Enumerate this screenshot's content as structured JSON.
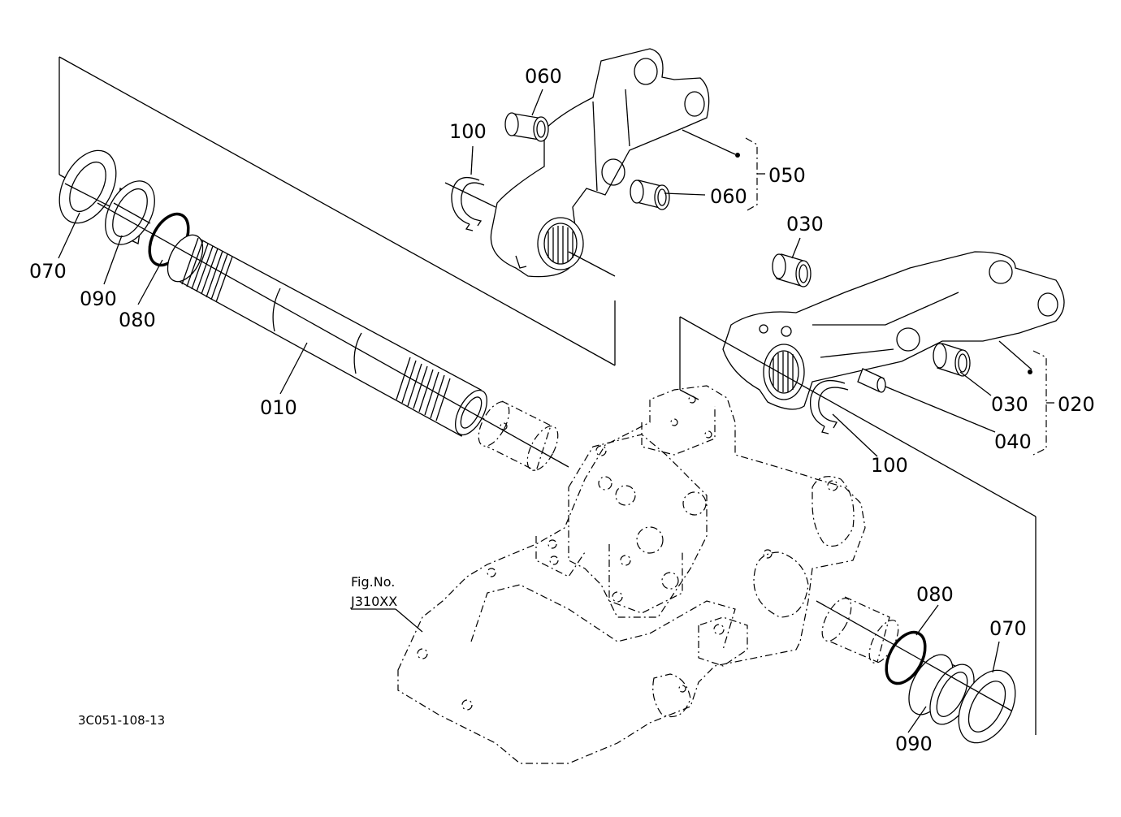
{
  "callouts": {
    "c010": "010",
    "c020": "020",
    "c030a": "030",
    "c030b": "030",
    "c040": "040",
    "c050": "050",
    "c060a": "060",
    "c060b": "060",
    "c070a": "070",
    "c070b": "070",
    "c080a": "080",
    "c080b": "080",
    "c090a": "090",
    "c090b": "090",
    "c100a": "100",
    "c100b": "100"
  },
  "figure_ref": {
    "line1": "Fig.No.",
    "line2": "J310XX"
  },
  "drawing_code": "3C051-108-13"
}
